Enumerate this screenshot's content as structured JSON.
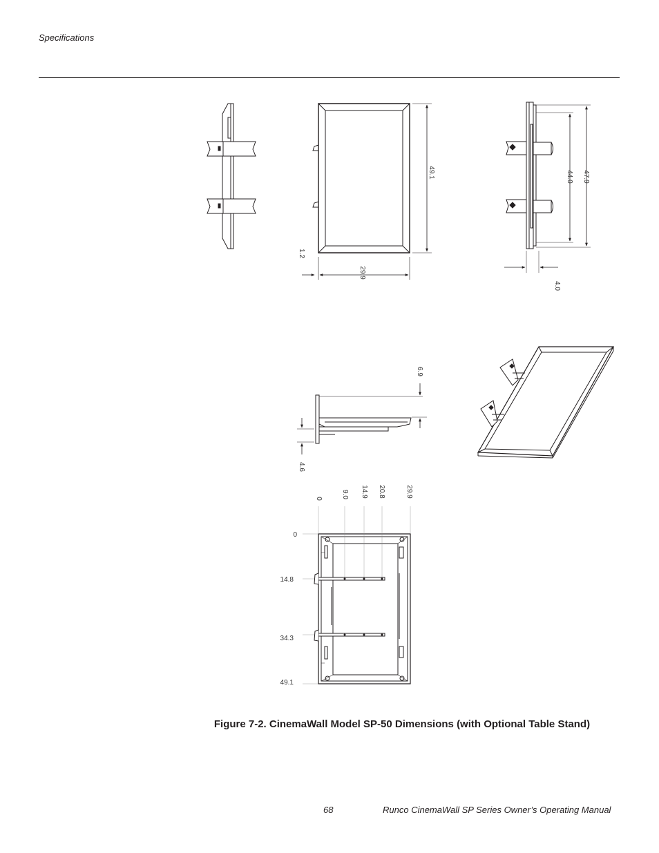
{
  "header": {
    "section": "Specifications"
  },
  "figure": {
    "caption": "Figure 7-2. CinemaWall Model SP-50 Dimensions (with Optional Table Stand)",
    "front_view": {
      "height": "49.1",
      "width": "29.9",
      "bezel": "1.2"
    },
    "side_view": {
      "inner_height": "44.0",
      "outer_height": "47.9",
      "depth": "4.0"
    },
    "top_view": {
      "depth_top": "6.9",
      "depth_bottom": "4.6"
    },
    "rear_view": {
      "x_marks": [
        "0",
        "9.0",
        "14.9",
        "20.8",
        "29.9"
      ],
      "y_marks": [
        "0",
        "14.8",
        "34.3",
        "49.1"
      ]
    }
  },
  "footer": {
    "page_number": "68",
    "manual_title": "Runco CinemaWall SP Series Owner’s Operating Manual"
  }
}
